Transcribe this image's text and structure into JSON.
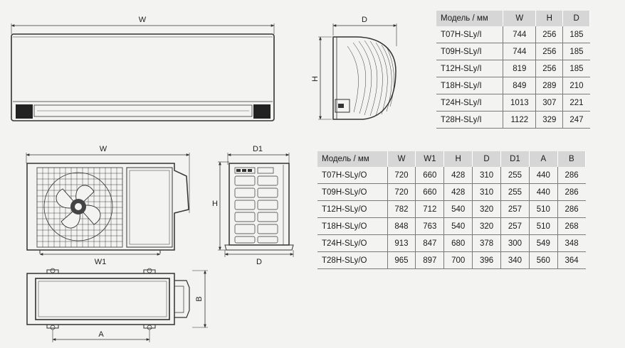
{
  "indoor": {
    "dim_labels": {
      "w": "W",
      "d": "D",
      "h": "H"
    },
    "table": {
      "headers": [
        "Модель / мм",
        "W",
        "H",
        "D"
      ],
      "rows": [
        [
          "T07H-SLy/I",
          "744",
          "256",
          "185"
        ],
        [
          "T09H-SLy/I",
          "744",
          "256",
          "185"
        ],
        [
          "T12H-SLy/I",
          "819",
          "256",
          "185"
        ],
        [
          "T18H-SLy/I",
          "849",
          "289",
          "210"
        ],
        [
          "T24H-SLy/I",
          "1013",
          "307",
          "221"
        ],
        [
          "T28H-SLy/I",
          "1122",
          "329",
          "247"
        ]
      ]
    }
  },
  "outdoor": {
    "dim_labels": {
      "w": "W",
      "w1": "W1",
      "d1": "D1",
      "h": "H",
      "d": "D",
      "a": "A",
      "b": "B"
    },
    "table": {
      "headers": [
        "Модель / мм",
        "W",
        "W1",
        "H",
        "D",
        "D1",
        "A",
        "B"
      ],
      "rows": [
        [
          "T07H-SLy/O",
          "720",
          "660",
          "428",
          "310",
          "255",
          "440",
          "286"
        ],
        [
          "T09H-SLy/O",
          "720",
          "660",
          "428",
          "310",
          "255",
          "440",
          "286"
        ],
        [
          "T12H-SLy/O",
          "782",
          "712",
          "540",
          "320",
          "257",
          "510",
          "286"
        ],
        [
          "T18H-SLy/O",
          "848",
          "763",
          "540",
          "320",
          "257",
          "510",
          "268"
        ],
        [
          "T24H-SLy/O",
          "913",
          "847",
          "680",
          "378",
          "300",
          "549",
          "348"
        ],
        [
          "T28H-SLy/O",
          "965",
          "897",
          "700",
          "396",
          "340",
          "560",
          "364"
        ]
      ]
    }
  }
}
